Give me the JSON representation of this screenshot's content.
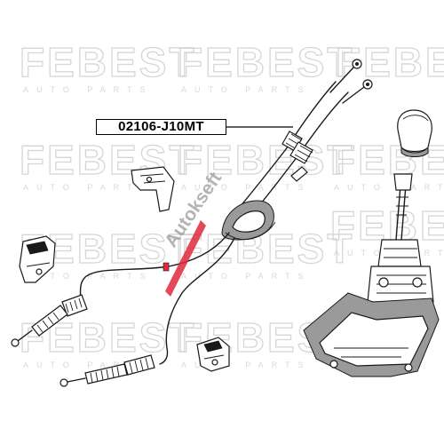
{
  "part_number": "02106-J10MT",
  "watermark": {
    "brand": "FEBEST",
    "tagline": "AUTO PARTS"
  },
  "stamp_text": "Autokseft",
  "colors": {
    "line": "#1a1a1a",
    "watermark": "#d6d6d6",
    "stamp": "#8c8c8c",
    "marker": "#e0283c"
  }
}
